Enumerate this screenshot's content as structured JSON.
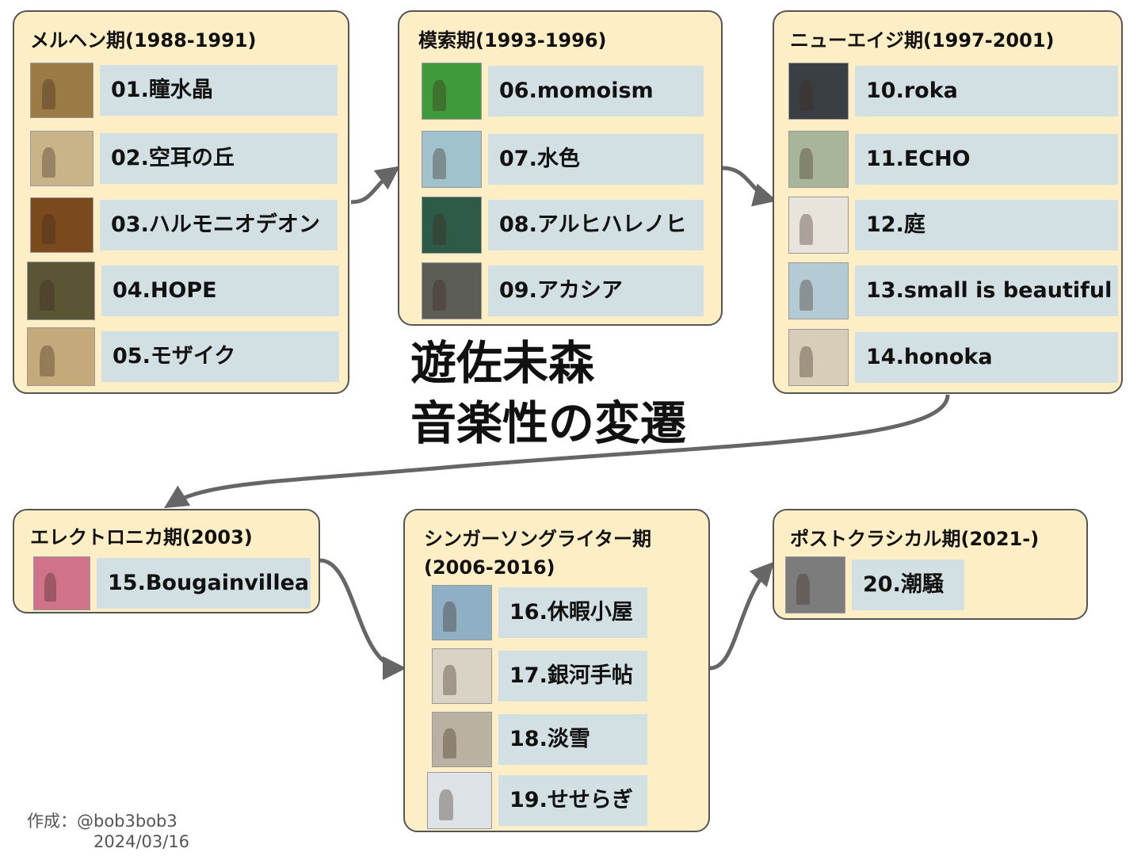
{
  "title": {
    "line1": "遊佐未森",
    "line2": "音楽性の変遷"
  },
  "credit": {
    "author": "作成：@bob3bob3",
    "date": "2024/03/16"
  },
  "colors": {
    "era_box": "#fdeec6",
    "label_bg": "#d2e0e3",
    "arrow": "#666666"
  },
  "eras": [
    {
      "title": "メルヘン期(1988-1991)",
      "albums": [
        {
          "label": "01.瞳水晶",
          "cover": "#9a7a45"
        },
        {
          "label": "02.空耳の丘",
          "cover": "#c9b48a"
        },
        {
          "label": "03.ハルモニオデオン",
          "cover": "#7a4a1e"
        },
        {
          "label": "04.HOPE",
          "cover": "#5a5535"
        },
        {
          "label": "05.モザイク",
          "cover": "#c4aa7a"
        }
      ]
    },
    {
      "title": "模索期(1993-1996)",
      "albums": [
        {
          "label": "06.momoism",
          "cover": "#3e9a3a"
        },
        {
          "label": "07.水色",
          "cover": "#9fc2cc"
        },
        {
          "label": "08.アルヒハレノヒ",
          "cover": "#2e5a48"
        },
        {
          "label": "09.アカシア",
          "cover": "#5d5d58"
        }
      ]
    },
    {
      "title": "ニューエイジ期(1997-2001)",
      "albums": [
        {
          "label": "10.roka",
          "cover": "#3a3f44"
        },
        {
          "label": "11.ECHO",
          "cover": "#a9b59a"
        },
        {
          "label": "12.庭",
          "cover": "#e8e4dc"
        },
        {
          "label": "13.small is beautiful",
          "cover": "#b4cbd6"
        },
        {
          "label": "14.honoka",
          "cover": "#d8cdb8"
        }
      ]
    },
    {
      "title": "エレクトロニカ期(2003)",
      "albums": [
        {
          "label": "15.Bougainvillea",
          "cover": "#d0738a"
        }
      ]
    },
    {
      "title": "シンガーソングライター期",
      "subtitle": "(2006-2016)",
      "albums": [
        {
          "label": "16.休暇小屋",
          "cover": "#8fb0c4"
        },
        {
          "label": "17.銀河手帖",
          "cover": "#d9d3c6"
        },
        {
          "label": "18.淡雪",
          "cover": "#b9b1a2"
        },
        {
          "label": "19.せせらぎ",
          "cover": "#dde3e6"
        }
      ]
    },
    {
      "title": "ポストクラシカル期(2021-)",
      "albums": [
        {
          "label": "20.潮騒",
          "cover": "#7c7c7c"
        }
      ]
    }
  ]
}
